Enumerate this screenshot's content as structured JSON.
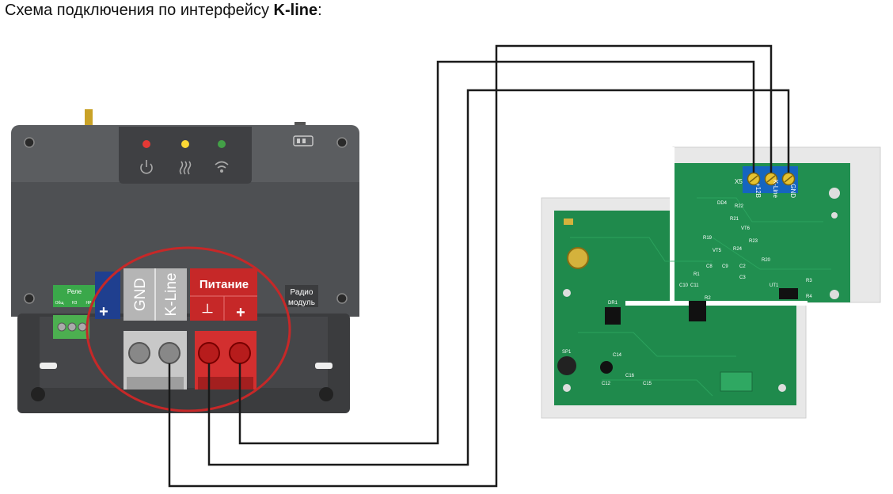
{
  "title": {
    "prefix": "Схема подключения по интерфейсу ",
    "bold": "K-line",
    "suffix": ":"
  },
  "controller": {
    "relay_label": "Реле",
    "relay_pins": [
      "Общ",
      "НЗ",
      "НР"
    ],
    "plus_label": "+",
    "gnd_label": "GND",
    "kline_label": "K-Line",
    "power_label": "Питание",
    "power_ground": "┴",
    "power_plus": "+",
    "radio_label_1": "Радио",
    "radio_label_2": "модуль"
  },
  "board": {
    "connector": "X5",
    "pin_labels": [
      "+12В",
      "K-Line",
      "GND"
    ],
    "components": [
      "DD4",
      "R22",
      "R21",
      "VT6",
      "R19",
      "R23",
      "R24",
      "VT5",
      "C8",
      "C9",
      "R20",
      "C10",
      "C11",
      "R1",
      "R2",
      "C3",
      "C2",
      "UT1",
      "R3",
      "R4",
      "DR1",
      "SP1",
      "C12",
      "C14",
      "C16",
      "C15"
    ]
  },
  "colors": {
    "wire": "#1a1a1a",
    "power_red": "#c62828",
    "terminal_grey": "#9e9e9e",
    "pcb_green": "#1f8a4c",
    "highlight_ring": "#c62828",
    "led_red": "#e53935",
    "led_yellow": "#fdd835",
    "led_green": "#43a047"
  }
}
